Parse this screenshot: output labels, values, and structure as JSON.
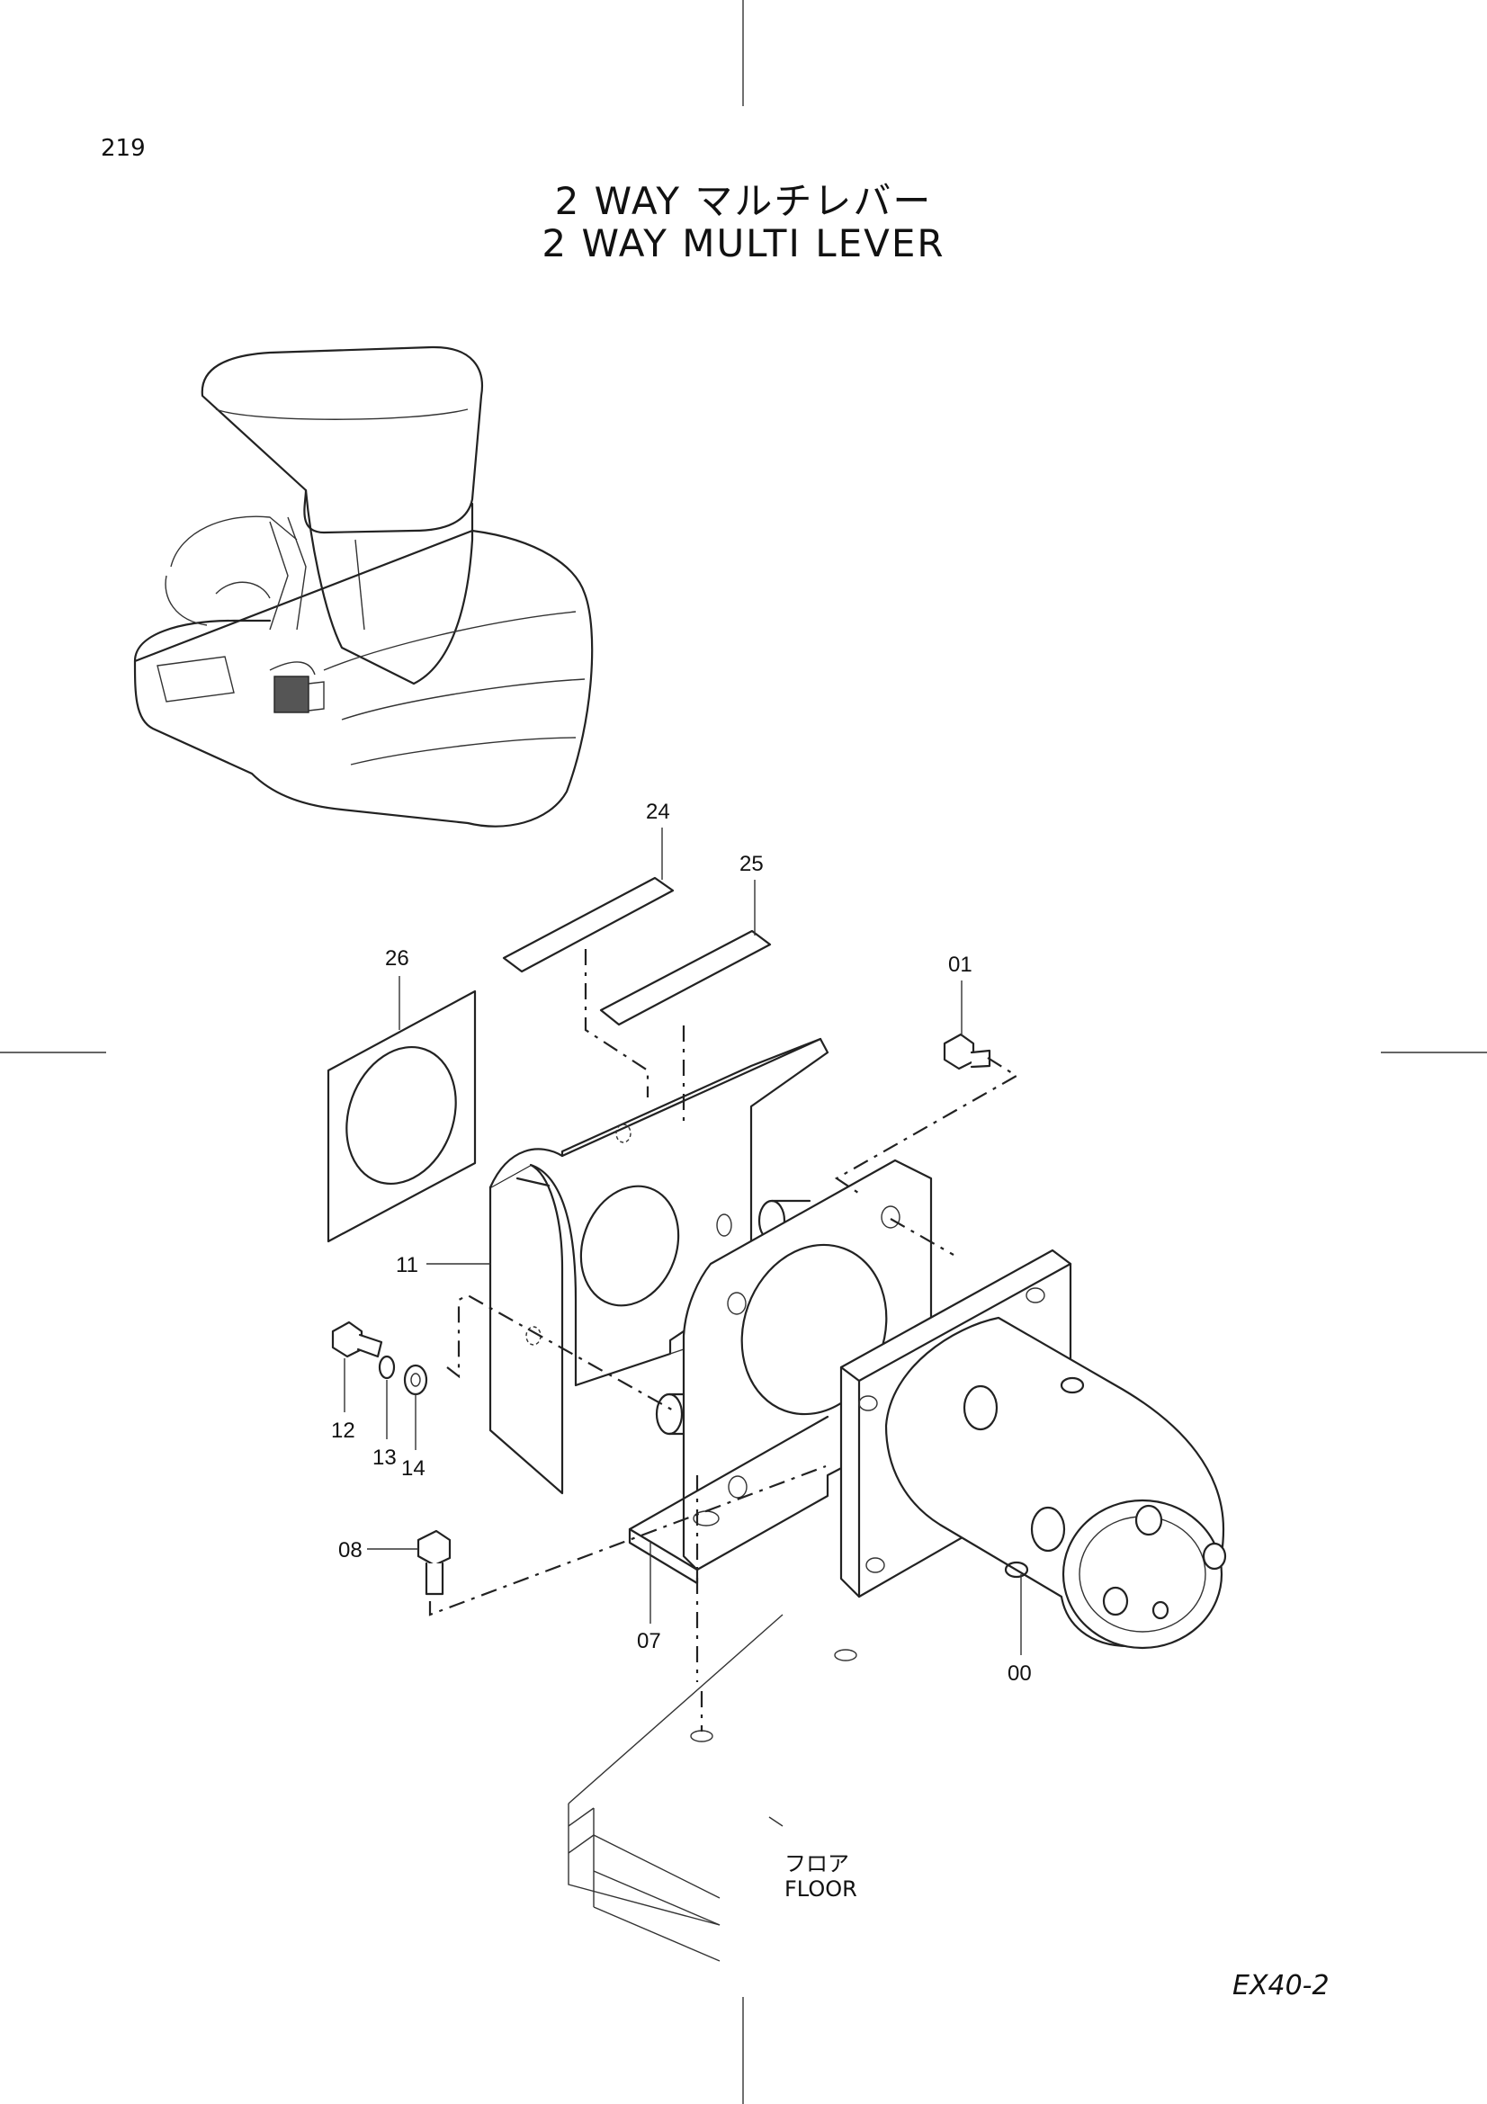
{
  "page_number": "219",
  "title_jp": "2 WAY マルチレバー",
  "title_en": "2 WAY MULTI LEVER",
  "model": "EX40-2",
  "floor_label_jp": "フロア",
  "floor_label_en": "FLOOR",
  "callouts": {
    "p24": "24",
    "p25": "25",
    "p26": "26",
    "p01": "01",
    "p11": "11",
    "p12": "12",
    "p13": "13",
    "p14": "14",
    "p08": "08",
    "p07": "07",
    "p00": "00"
  }
}
